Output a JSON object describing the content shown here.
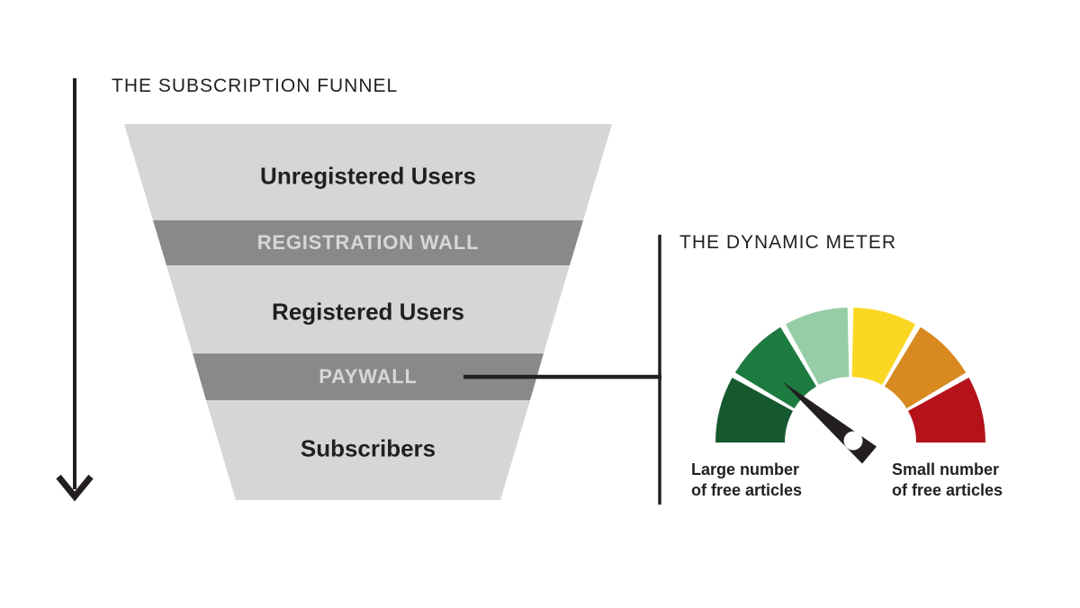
{
  "colors": {
    "background": "#ffffff",
    "ink": "#231f20",
    "funnel_light": "#d5d6d7",
    "funnel_dark": "#87898b",
    "wall_text": "#d6d7d8"
  },
  "funnel": {
    "title": "THE SUBSCRIPTION FUNNEL",
    "stages": [
      {
        "label": "Unregistered Users",
        "kind": "stage"
      },
      {
        "label": "REGISTRATION WALL",
        "kind": "wall"
      },
      {
        "label": "Registered Users",
        "kind": "stage"
      },
      {
        "label": "PAYWALL",
        "kind": "wall"
      },
      {
        "label": "Subscribers",
        "kind": "stage"
      }
    ]
  },
  "meter": {
    "title": "THE DYNAMIC METER",
    "segments": [
      {
        "name": "dark-green",
        "color": "#16592f"
      },
      {
        "name": "green",
        "color": "#1e7b40"
      },
      {
        "name": "light-green",
        "color": "#97cda6"
      },
      {
        "name": "yellow",
        "color": "#fad722"
      },
      {
        "name": "orange",
        "color": "#d8891f"
      },
      {
        "name": "red",
        "color": "#b5121b"
      }
    ],
    "needle_color": "#231f20",
    "needle_position": "between dark-green and green (large number of free articles side)",
    "left_label": {
      "line1": "Large number",
      "line2": "of free articles"
    },
    "right_label": {
      "line1": "Small number",
      "line2": "of free articles"
    }
  }
}
